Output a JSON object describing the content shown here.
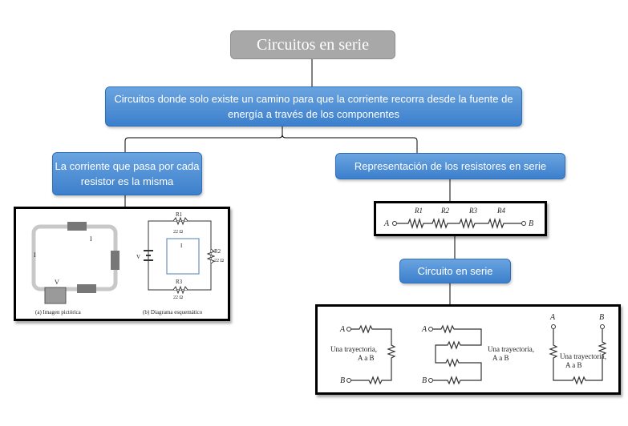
{
  "title": "Circuitos en serie",
  "definition": "Circuitos donde solo existe un camino para que la corriente recorra desde la fuente de energía a través de los componentes",
  "left_branch": {
    "label": "La corriente que pasa por cada resistor es la misma",
    "figure": {
      "caption_a": "(a) Imagen pictórica",
      "caption_b": "(b) Diagrama esquemático",
      "r1": "R1",
      "r2": "R2",
      "r3": "R3",
      "ohm": "22 Ω",
      "current": "I",
      "voltage": "V"
    }
  },
  "right_branch": {
    "label": "Representación de los resistores en serie",
    "strip": {
      "a": "A",
      "b": "B",
      "resistors": [
        "R1",
        "R2",
        "R3",
        "R4"
      ]
    },
    "sub": {
      "label": "Circuito en serie",
      "path_text_1": "Una trayectoria,",
      "path_text_2": "A a B",
      "a": "A",
      "b": "B"
    }
  },
  "colors": {
    "node_blue": "#4a8fd8",
    "node_gray": "#a8a8a8"
  }
}
